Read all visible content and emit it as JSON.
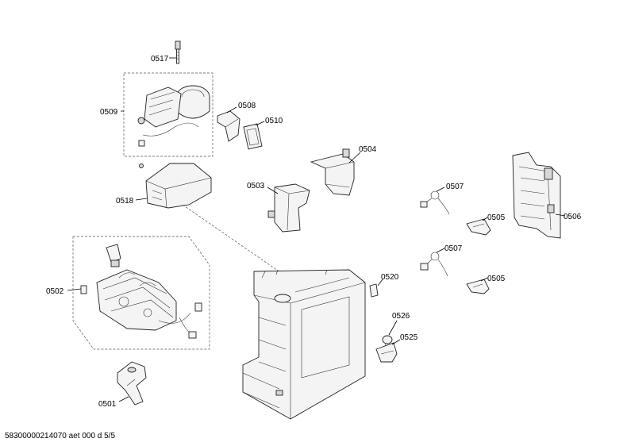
{
  "labels": {
    "p0517": "0517",
    "p0509": "0509",
    "p0508": "0508",
    "p0510": "0510",
    "p0504": "0504",
    "p0503": "0503",
    "p0518": "0518",
    "p0507a": "0507",
    "p0505a": "0505",
    "p0506": "0506",
    "p0507b": "0507",
    "p0505b": "0505",
    "p0502": "0502",
    "p0520": "0520",
    "p0526": "0526",
    "p0525": "0525",
    "p0501": "0501"
  },
  "footer": "58300000214070 aet 000 d 5/5"
}
